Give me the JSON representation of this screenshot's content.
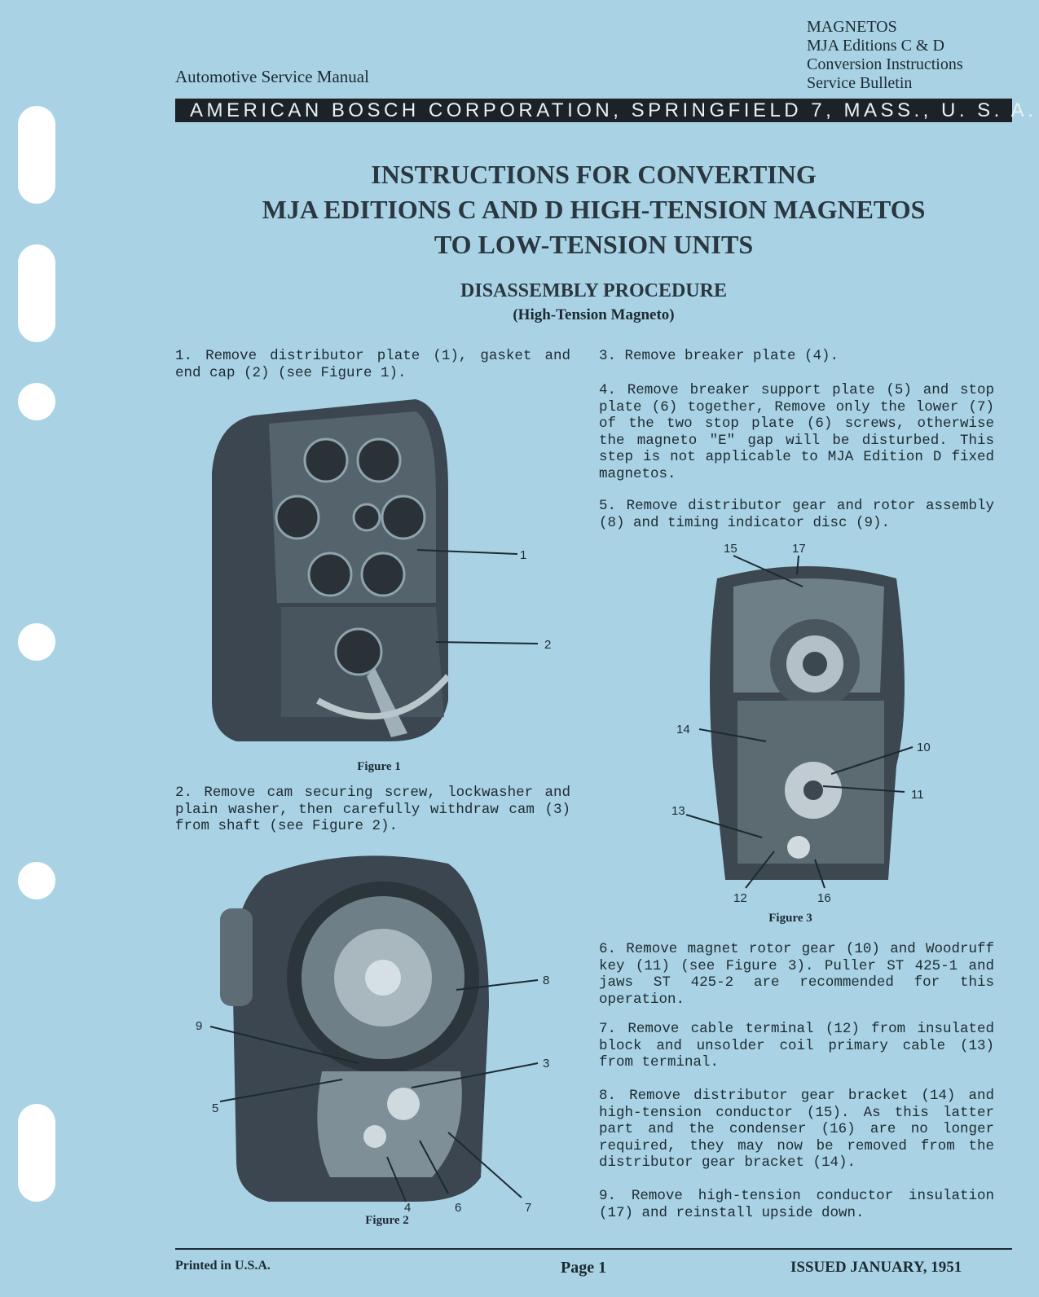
{
  "header": {
    "left": "Automotive Service Manual",
    "right": [
      "MAGNETOS",
      "MJA Editions C & D",
      "Conversion Instructions",
      "Service Bulletin"
    ],
    "banner": "AMERICAN BOSCH CORPORATION, SPRINGFIELD 7, MASS., U. S. A."
  },
  "title": {
    "line1": "INSTRUCTIONS FOR CONVERTING",
    "line2": "MJA EDITIONS C AND D HIGH-TENSION MAGNETOS",
    "line3": "TO LOW-TENSION UNITS"
  },
  "section": {
    "heading": "DISASSEMBLY PROCEDURE",
    "subheading": "(High-Tension Magneto)"
  },
  "steps": [
    "1. Remove distributor plate (1), gasket and end cap (2) (see Figure 1).",
    "2. Remove cam securing screw, lockwasher and plain washer, then carefully withdraw cam (3) from shaft (see Figure 2).",
    "3. Remove breaker plate (4).",
    "4. Remove breaker support plate (5) and stop plate (6) together, Remove only the lower (7) of the two stop plate (6) screws, otherwise the magneto \"E\" gap will be disturbed. This step is not applicable to MJA Edition D fixed magnetos.",
    "5. Remove distributor gear and rotor assembly (8) and timing indicator disc (9).",
    "6. Remove magnet rotor gear (10) and Woodruff key (11) (see Figure 3). Puller ST 425-1 and jaws ST 425-2 are recommended for this operation.",
    "7. Remove cable terminal (12) from insulated block and unsolder coil primary cable (13) from terminal.",
    "8. Remove distributor gear bracket (14) and high-tension conductor (15). As this latter part and the condenser (16) are no longer required, they may now be removed from the distributor gear bracket (14).",
    "9. Remove high-tension conductor insulation (17) and reinstall upside down."
  ],
  "figures": {
    "fig1": {
      "caption": "Figure 1",
      "callouts": [
        "1",
        "2"
      ]
    },
    "fig2": {
      "caption": "Figure 2",
      "callouts": [
        "8",
        "9",
        "3",
        "5",
        "4",
        "6",
        "7"
      ]
    },
    "fig3": {
      "caption": "Figure 3",
      "callouts": [
        "15",
        "17",
        "14",
        "10",
        "11",
        "13",
        "12",
        "16"
      ]
    }
  },
  "footer": {
    "left": "Printed in U.S.A.",
    "center": "Page 1",
    "right": "ISSUED JANUARY, 1951"
  }
}
